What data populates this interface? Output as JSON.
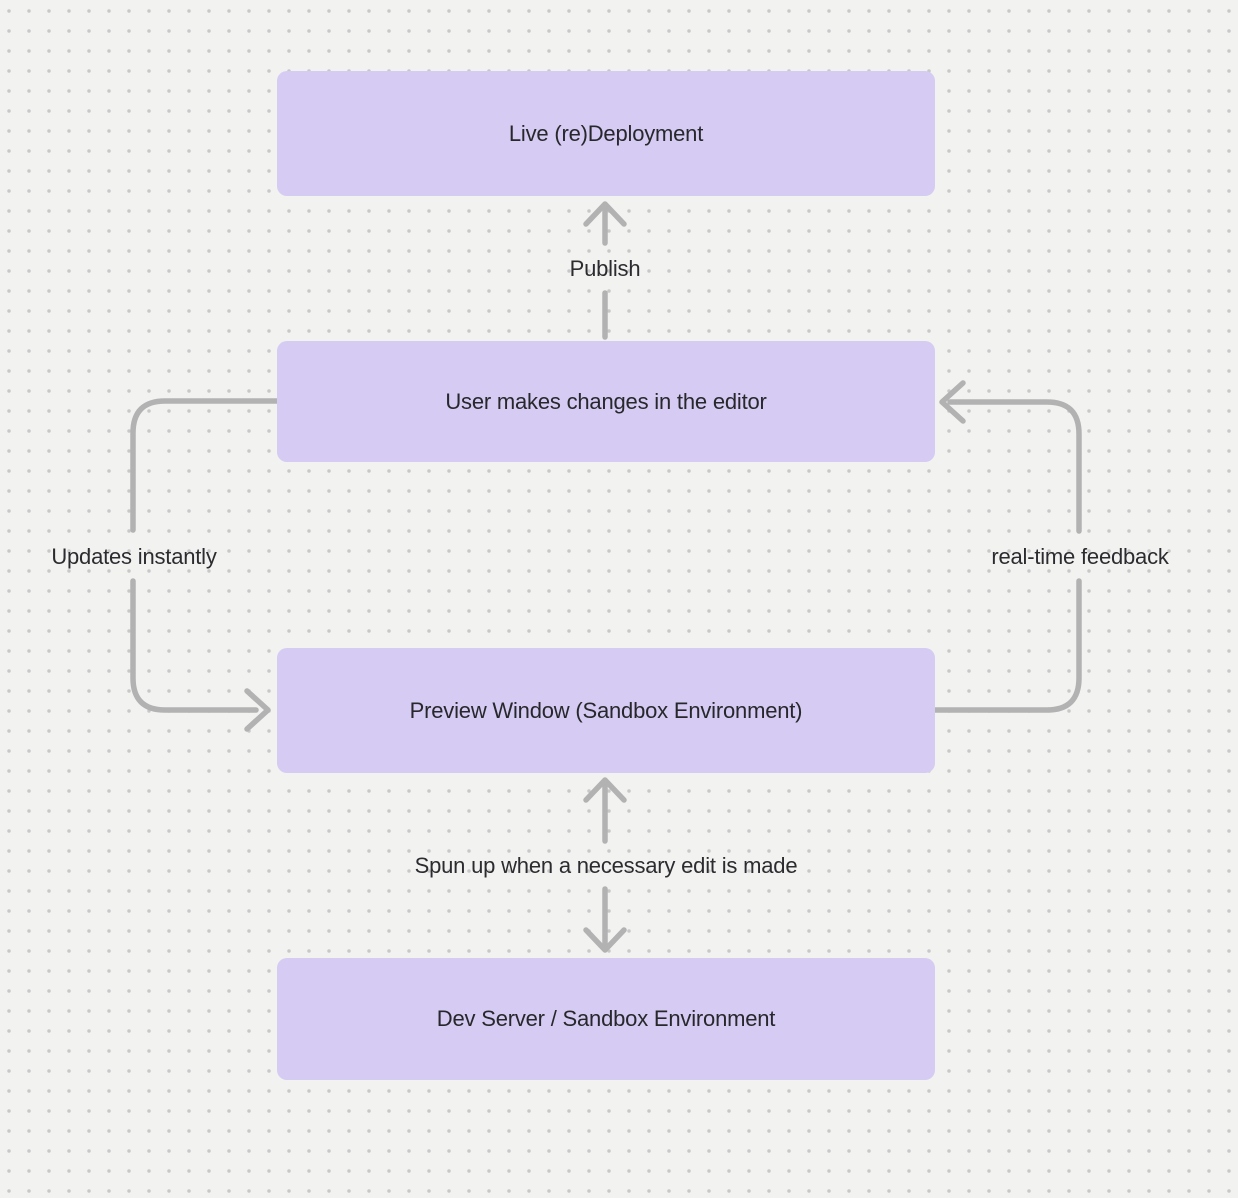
{
  "canvas": {
    "background_color": "#f2f2f1",
    "dot_grid_color": "#c8c8c8",
    "node_fill_color": "#d5cbf3",
    "arrow_color": "#b2b2b2",
    "text_color": "#28282c"
  },
  "nodes": [
    {
      "label": "Live (re)Deployment"
    },
    {
      "label": "User makes changes in the editor"
    },
    {
      "label": "Preview Window (Sandbox Environment)"
    },
    {
      "label": "Dev Server / Sandbox Environment"
    }
  ],
  "edges": [
    {
      "label": "Publish",
      "from": "User makes changes in the editor",
      "to": "Live (re)Deployment",
      "direction": "up"
    },
    {
      "label": "Updates instantly",
      "from": "User makes changes in the editor",
      "to": "Preview Window (Sandbox Environment)",
      "side": "left"
    },
    {
      "label": "real-time feedback",
      "from": "Preview Window (Sandbox Environment)",
      "to": "User makes changes in the editor",
      "side": "right"
    },
    {
      "label": "Spun up when a necessary edit is made",
      "from": "Dev Server / Sandbox Environment",
      "to": "Preview Window (Sandbox Environment)",
      "direction": "both"
    }
  ]
}
